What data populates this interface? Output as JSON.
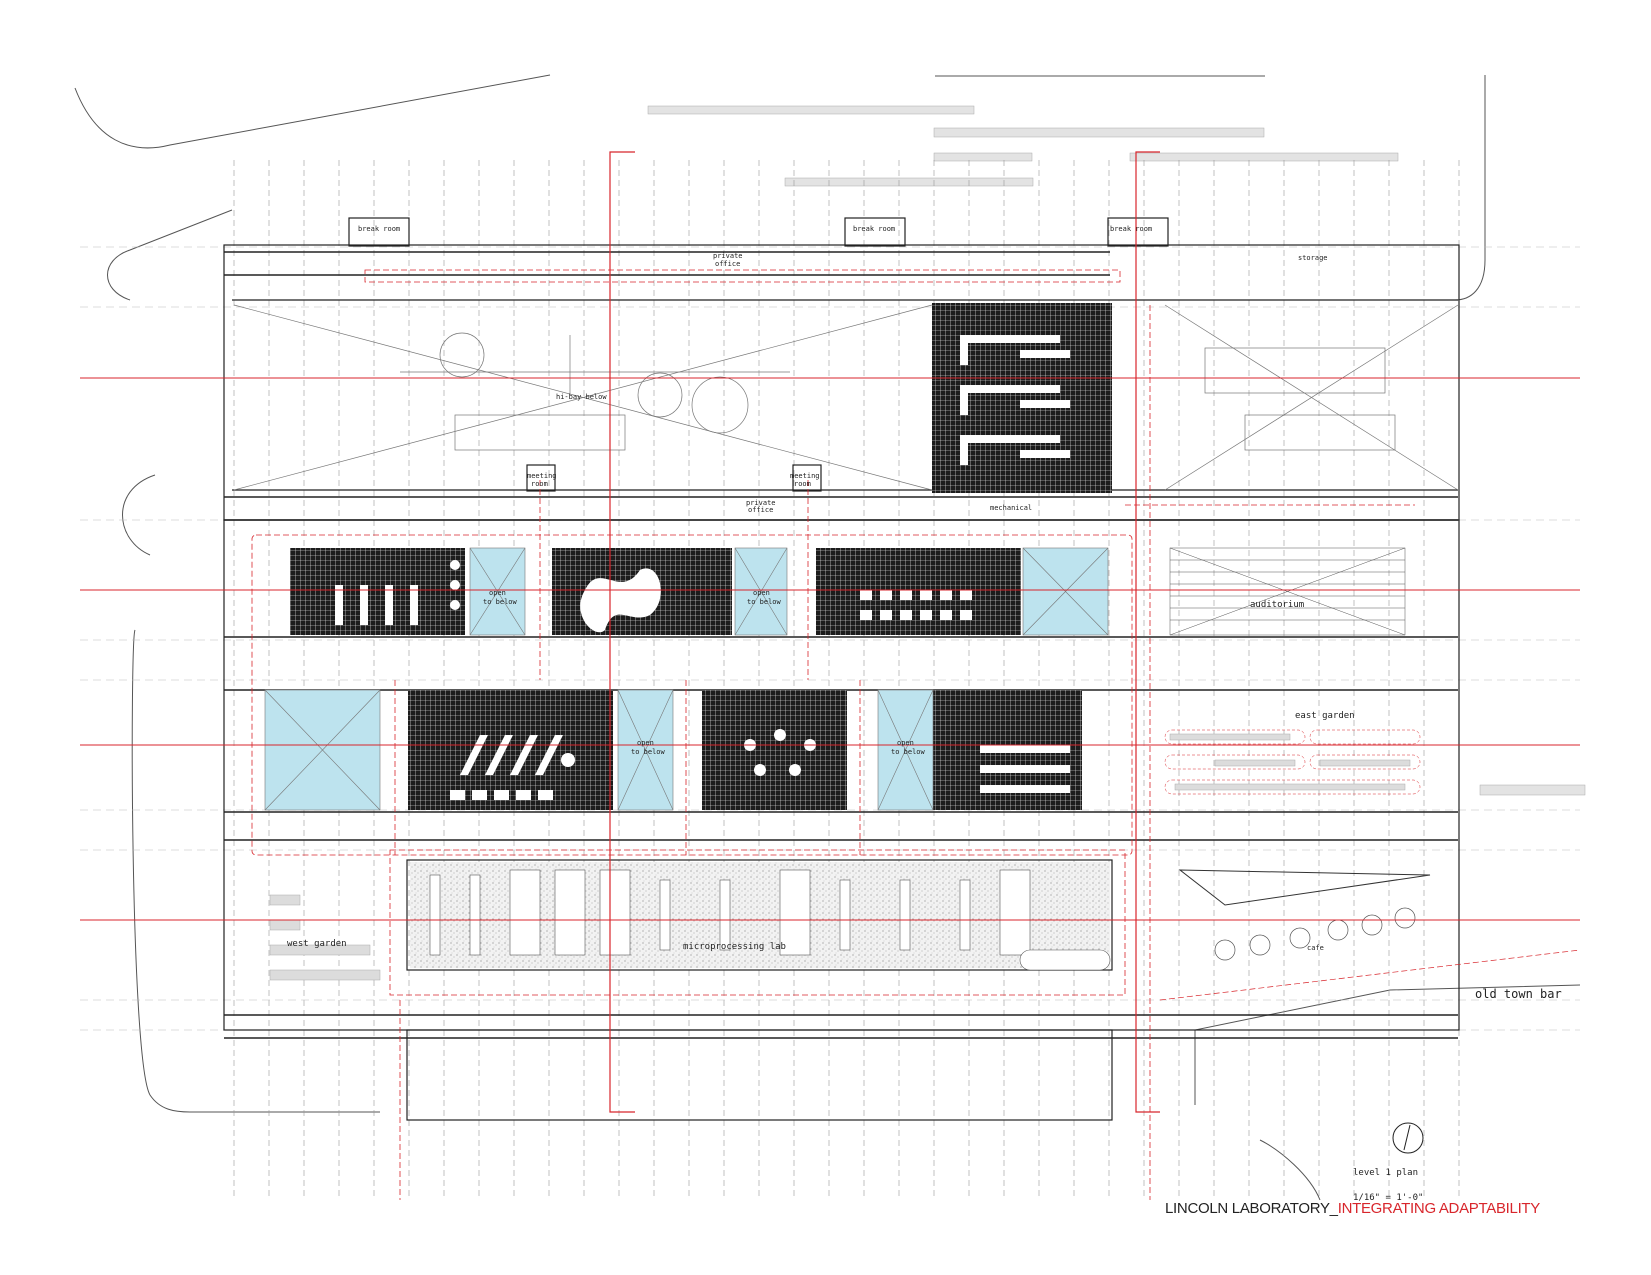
{
  "labels": {
    "break_room_1": "break room",
    "break_room_2": "break room",
    "break_room_3": "break room",
    "private_office_top_1": "private",
    "private_office_top_2": "office",
    "storage": "storage",
    "hi_bay": "hi-bay below",
    "meeting_room_1a": "meeting",
    "meeting_room_1b": "room",
    "meeting_room_2a": "meeting",
    "meeting_room_2b": "room",
    "private_office_mid_1": "private",
    "private_office_mid_2": "office",
    "mechanical": "mechanical",
    "open_below_1a": "open",
    "open_below_1b": "to below",
    "open_below_2a": "open",
    "open_below_2b": "to below",
    "open_below_3a": "open",
    "open_below_3b": "to below",
    "open_below_4a": "open",
    "open_below_4b": "to below",
    "auditorium": "auditorium",
    "east_garden": "east garden",
    "west_garden": "west garden",
    "microprocessing_lab": "microprocessing lab",
    "cafe": "cafe",
    "old_town_bar": "old town bar"
  },
  "legend": {
    "plan_name": "level 1 plan",
    "scale": "1/16\" = 1'-0\""
  },
  "title": {
    "main": "LINCOLN LABORATORY_",
    "accent": "INTEGRATING ADAPTABILITY"
  },
  "colors": {
    "accent_red": "#d8262c",
    "open_below_blue": "#bde3ee",
    "dark_room": "#1c1c1c",
    "line": "#333333"
  }
}
